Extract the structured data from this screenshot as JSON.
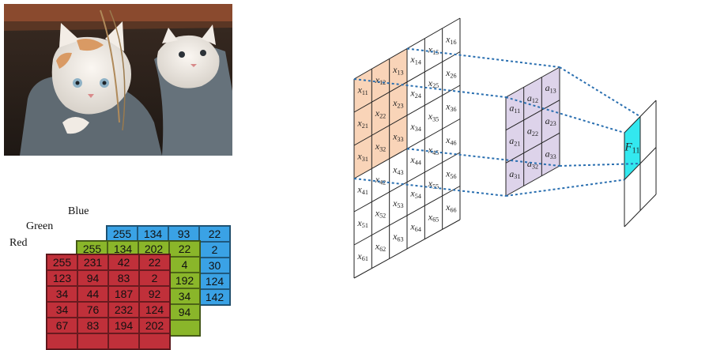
{
  "channels": [
    {
      "name": "Blue",
      "color": "#3aa2e5",
      "rows": [
        [
          "255",
          "134",
          "93",
          "22"
        ],
        [
          "",
          "",
          "",
          "2"
        ],
        [
          "",
          "",
          "",
          "30"
        ],
        [
          "",
          "",
          "",
          "124"
        ],
        [
          "",
          "",
          "",
          "142"
        ]
      ]
    },
    {
      "name": "Green",
      "color": "#8ab62a",
      "rows": [
        [
          "255",
          "134",
          "202",
          "22"
        ],
        [
          "",
          "",
          "",
          "4"
        ],
        [
          "",
          "",
          "",
          "192"
        ],
        [
          "",
          "",
          "",
          "34"
        ],
        [
          "",
          "",
          "",
          "94"
        ],
        [
          "",
          "",
          "",
          ""
        ]
      ]
    },
    {
      "name": "Red",
      "color": "#c0303a",
      "rows": [
        [
          "255",
          "231",
          "42",
          "22"
        ],
        [
          "123",
          "94",
          "83",
          "2"
        ],
        [
          "34",
          "44",
          "187",
          "92"
        ],
        [
          "34",
          "76",
          "232",
          "124"
        ],
        [
          "67",
          "83",
          "194",
          "202"
        ],
        [
          "",
          "",
          "",
          ""
        ]
      ]
    }
  ],
  "input_grid": {
    "rows": 6,
    "cols": 6,
    "highlight_color": "#f9d4b8",
    "labels": [
      [
        "x11",
        "x12",
        "x13",
        "x14",
        "x15",
        "x16"
      ],
      [
        "x21",
        "x22",
        "x23",
        "x24",
        "x25",
        "x26"
      ],
      [
        "x31",
        "x32",
        "x33",
        "x34",
        "x35",
        "x36"
      ],
      [
        "x41",
        "x42",
        "x43",
        "x44",
        "x45",
        "x46"
      ],
      [
        "x51",
        "x52",
        "x53",
        "x54",
        "x55",
        "x56"
      ],
      [
        "x61",
        "x62",
        "x63",
        "x64",
        "x65",
        "x66"
      ]
    ]
  },
  "kernel": {
    "rows": 3,
    "cols": 3,
    "fill_color": "#ddd3ea",
    "labels": [
      [
        "a11",
        "a12",
        "a13"
      ],
      [
        "a21",
        "a22",
        "a23"
      ],
      [
        "a31",
        "a32",
        "a33"
      ]
    ]
  },
  "feature_map": {
    "rows": 2,
    "cols": 2,
    "active_color": "#33e8ef",
    "active_label": "F11"
  },
  "connector_color": "#2a6fb0"
}
